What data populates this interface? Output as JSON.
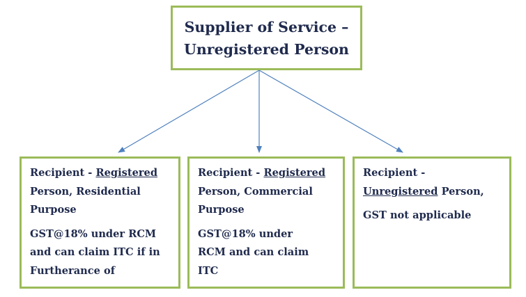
{
  "root": {
    "line1": "Supplier of Service –",
    "line2": "Unregistered Person"
  },
  "children": [
    {
      "header_prefix": "Recipient - ",
      "header_underlined": "Registered",
      "header_line2": "Person, Residential",
      "header_line3": "Purpose",
      "body_line1": "GST@18% under RCM",
      "body_line2": "and can claim ITC if in",
      "body_line3": "Furtherance of"
    },
    {
      "header_prefix": "Recipient - ",
      "header_underlined": "Registered",
      "header_line2": "Person, Commercial",
      "header_line3": "Purpose",
      "body_line1": "GST@18% under",
      "body_line2": "RCM and can claim",
      "body_line3": "ITC"
    },
    {
      "header_line1": "Recipient -",
      "header_underlined": "Unregistered",
      "header_suffix": " Person,",
      "body_line1": "GST not applicable"
    }
  ],
  "colors": {
    "box_border": "#9bbb59",
    "text": "#1f2a4d",
    "arrow": "#4f81bd"
  }
}
